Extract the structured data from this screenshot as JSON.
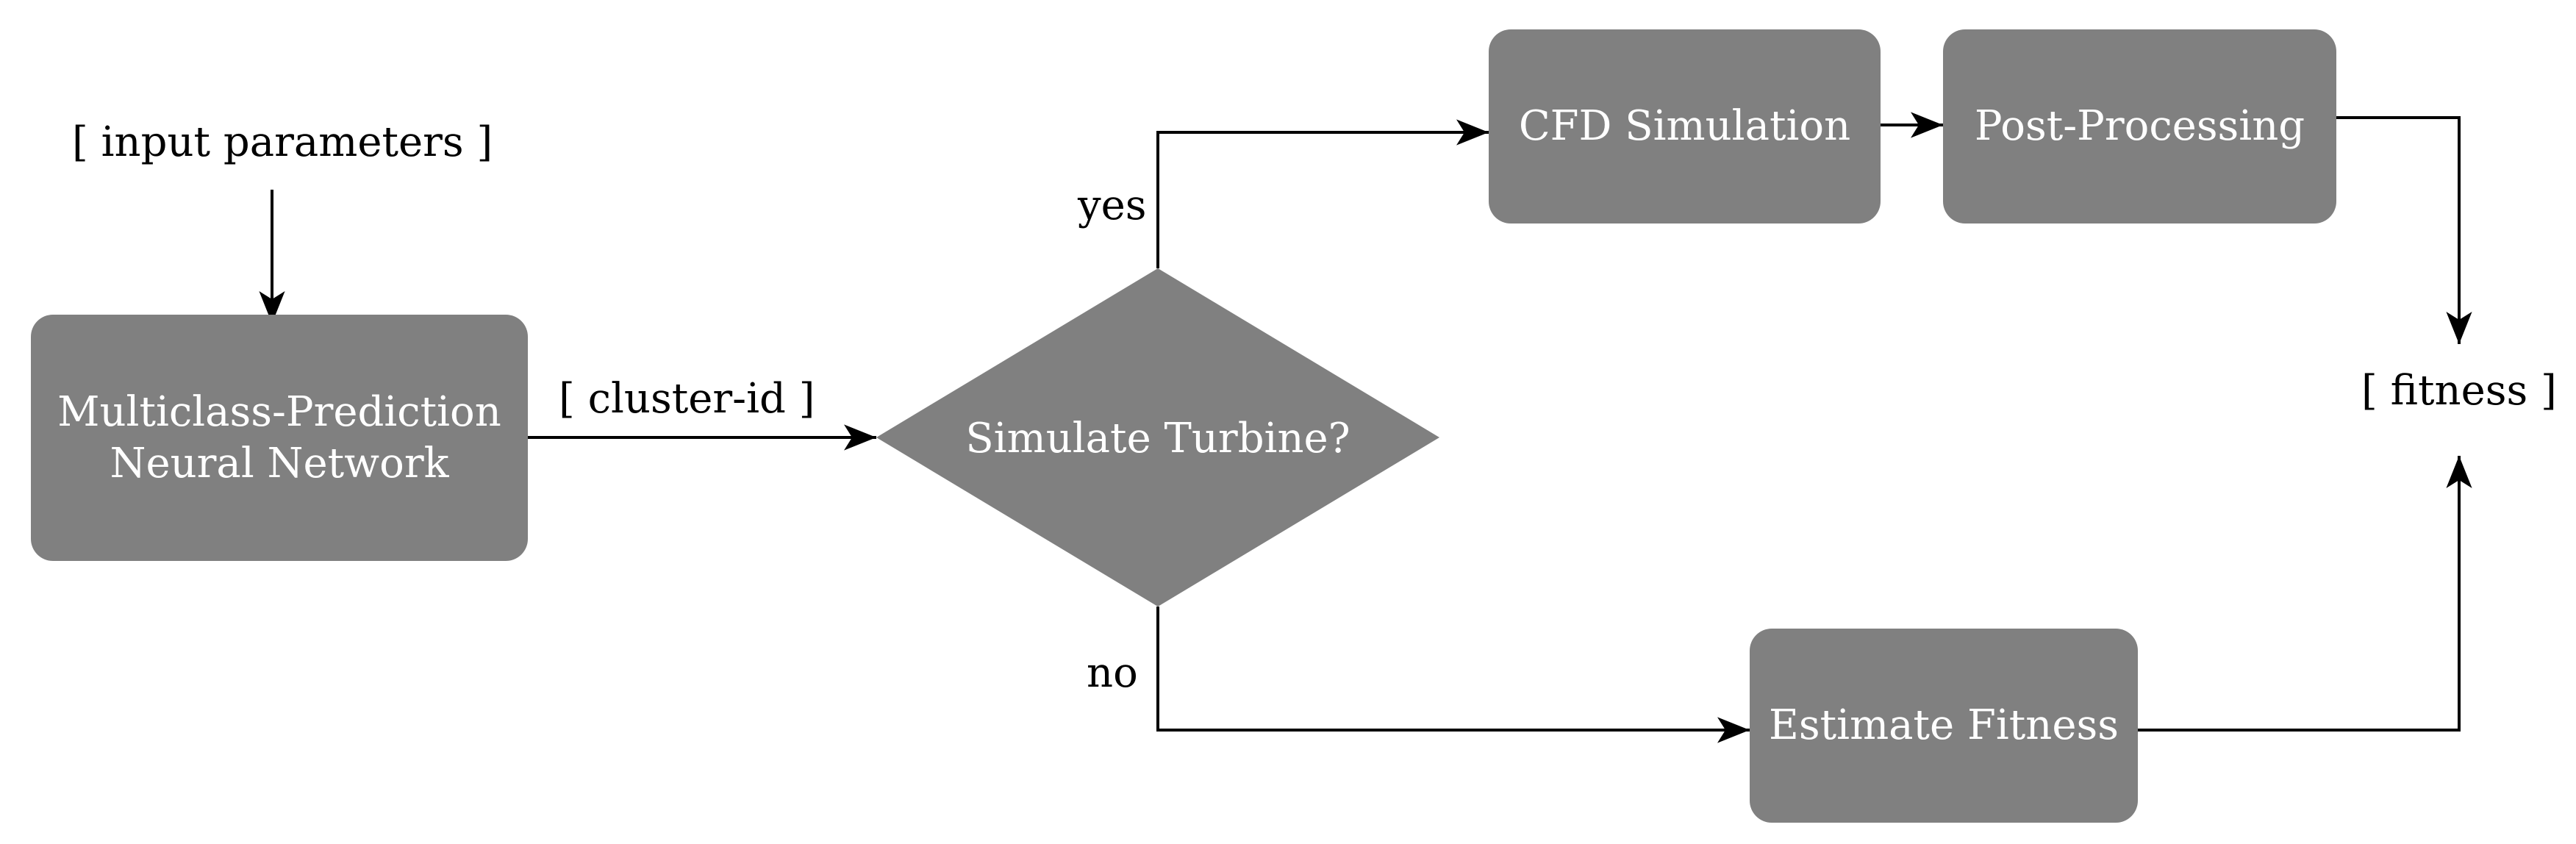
{
  "diagram": {
    "nodes": {
      "nn": {
        "label": "Multiclass-Prediction\nNeural Network"
      },
      "decision": {
        "label": "Simulate Turbine?"
      },
      "cfd": {
        "label": "CFD Simulation"
      },
      "post": {
        "label": "Post-Processing"
      },
      "estimate": {
        "label": "Estimate Fitness"
      }
    },
    "labels": {
      "input": "[ input parameters ]",
      "cluster": "[ cluster-id ]",
      "fitness": "[ fitness ]",
      "yes": "yes",
      "no": "no"
    },
    "colors": {
      "node_fill": "#808080",
      "node_text": "#ffffff",
      "edge": "#000000"
    }
  }
}
